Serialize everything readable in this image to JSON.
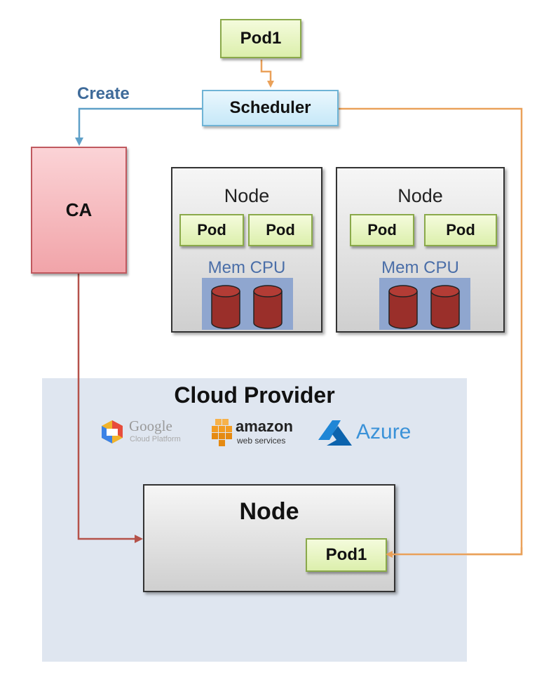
{
  "top_pod": "Pod1",
  "scheduler": "Scheduler",
  "create_label": "Create",
  "ca": "CA",
  "nodes": [
    {
      "title": "Node",
      "pods": [
        "Pod",
        "Pod"
      ],
      "resources": "Mem CPU"
    },
    {
      "title": "Node",
      "pods": [
        "Pod",
        "Pod"
      ],
      "resources": "Mem CPU"
    }
  ],
  "cloud": {
    "title": "Cloud Provider",
    "google": {
      "name": "Google",
      "sub": "Cloud Platform"
    },
    "amazon": {
      "name": "amazon",
      "sub": "web services"
    },
    "azure": "Azure",
    "node_title": "Node",
    "node_pod": "Pod1"
  },
  "colors": {
    "ca_arrow": "#b5524a",
    "scheduler_arrow": "#eaa15a",
    "create_arrow": "#5fa0c8",
    "cylinder": "#9a2f2a"
  }
}
